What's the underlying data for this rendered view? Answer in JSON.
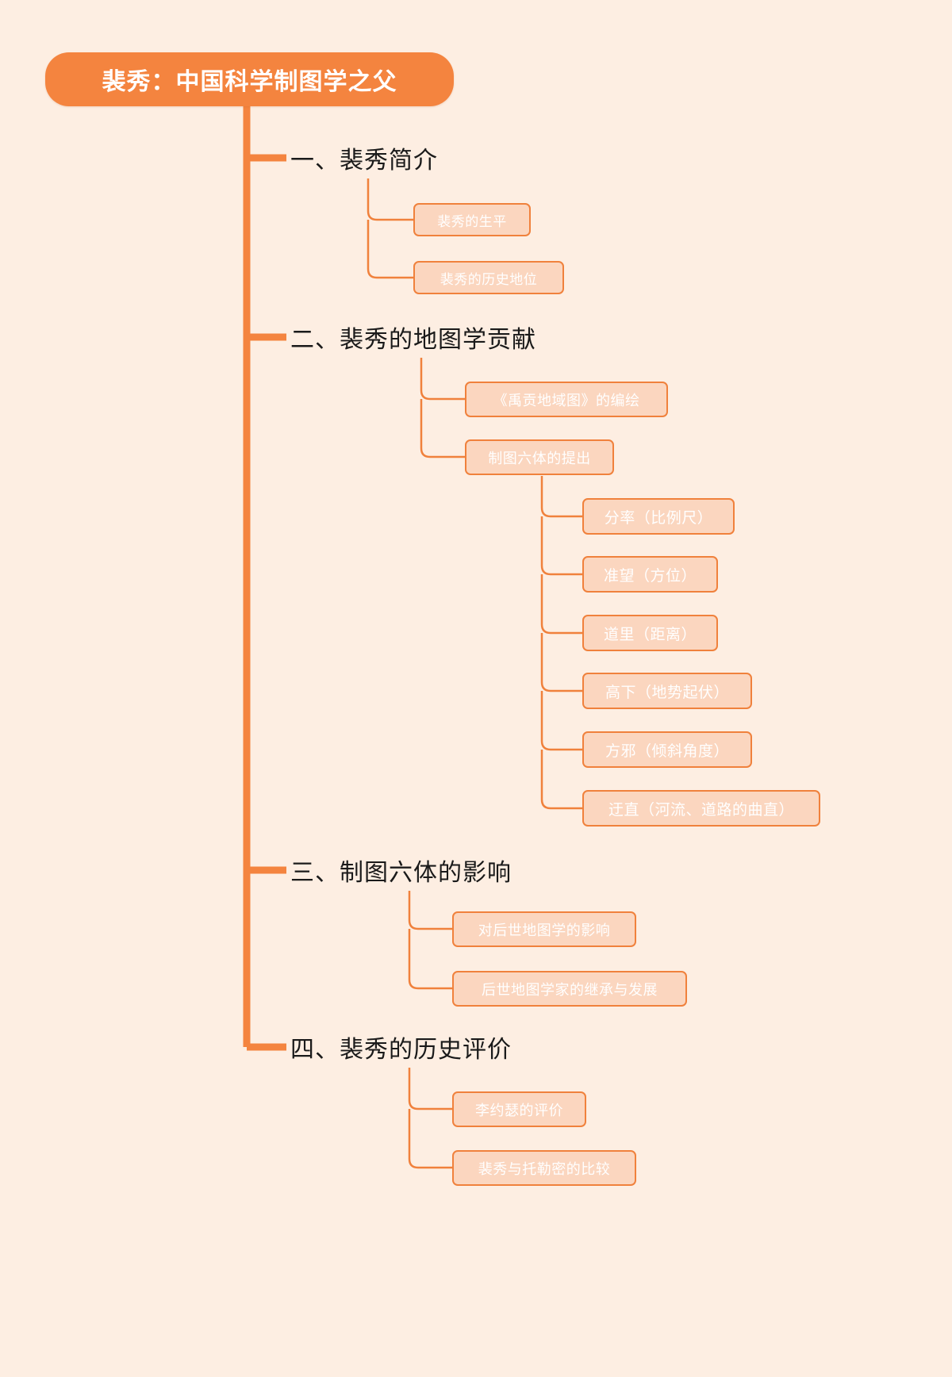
{
  "theme": {
    "background": "#FDEEE2",
    "accent": "#F4843F",
    "line": "#F0813C",
    "node_fill": "#FBD6BF",
    "node_text": "#FFFFFF",
    "branch_text": "#1A1A1A"
  },
  "root": {
    "label": "裴秀：中国科学制图学之父"
  },
  "branches": [
    {
      "label": "一、裴秀简介",
      "children": [
        {
          "label": "裴秀的生平"
        },
        {
          "label": "裴秀的历史地位"
        }
      ]
    },
    {
      "label": "二、裴秀的地图学贡献",
      "children": [
        {
          "label": "《禹贡地域图》的编绘"
        },
        {
          "label": "制图六体的提出",
          "children": [
            {
              "label": "分率（比例尺）"
            },
            {
              "label": "准望（方位）"
            },
            {
              "label": "道里（距离）"
            },
            {
              "label": "高下（地势起伏）"
            },
            {
              "label": "方邪（倾斜角度）"
            },
            {
              "label": "迂直（河流、道路的曲直）"
            }
          ]
        }
      ]
    },
    {
      "label": "三、制图六体的影响",
      "children": [
        {
          "label": "对后世地图学的影响"
        },
        {
          "label": "后世地图学家的继承与发展"
        }
      ]
    },
    {
      "label": "四、裴秀的历史评价",
      "children": [
        {
          "label": "李约瑟的评价"
        },
        {
          "label": "裴秀与托勒密的比较"
        }
      ]
    }
  ]
}
